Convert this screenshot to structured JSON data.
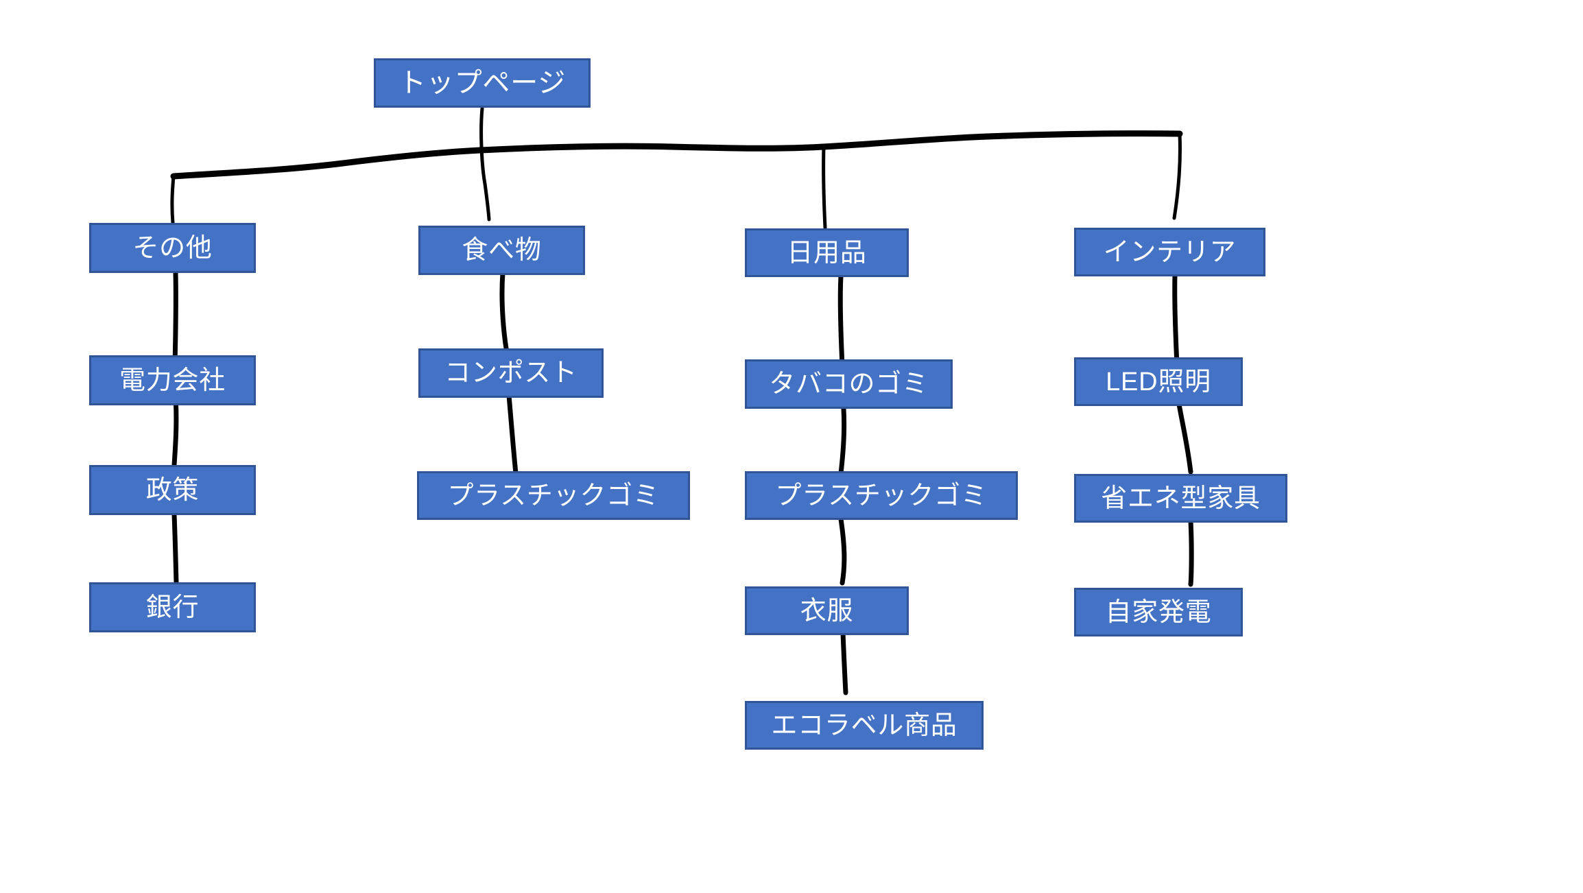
{
  "diagram": {
    "type": "site-map-tree",
    "title_node": "トップページ",
    "colors": {
      "node_fill": "#4472C4",
      "node_border": "#2F5597",
      "node_text": "#FFFFFF",
      "connector": "#000000",
      "background": "#FFFFFF"
    },
    "nodes": {
      "root": "トップページ",
      "c1_r1": "その他",
      "c1_r2": "電力会社",
      "c1_r3": "政策",
      "c1_r4": "銀行",
      "c2_r1": "食べ物",
      "c2_r2": "コンポスト",
      "c2_r3": "プラスチックゴミ",
      "c3_r1": "日用品",
      "c3_r2": "タバコのゴミ",
      "c3_r3": "プラスチックゴミ",
      "c3_r4": "衣服",
      "c3_r5": "エコラベル商品",
      "c4_r1": "インテリア",
      "c4_r2": "LED照明",
      "c4_r3": "省エネ型家具",
      "c4_r4": "自家発電"
    },
    "branches": [
      {
        "label": "その他",
        "children": [
          "電力会社",
          "政策",
          "銀行"
        ]
      },
      {
        "label": "食べ物",
        "children": [
          "コンポスト",
          "プラスチックゴミ"
        ]
      },
      {
        "label": "日用品",
        "children": [
          "タバコのゴミ",
          "プラスチックゴミ",
          "衣服",
          "エコラベル商品"
        ]
      },
      {
        "label": "インテリア",
        "children": [
          "LED照明",
          "省エネ型家具",
          "自家発電"
        ]
      }
    ]
  }
}
